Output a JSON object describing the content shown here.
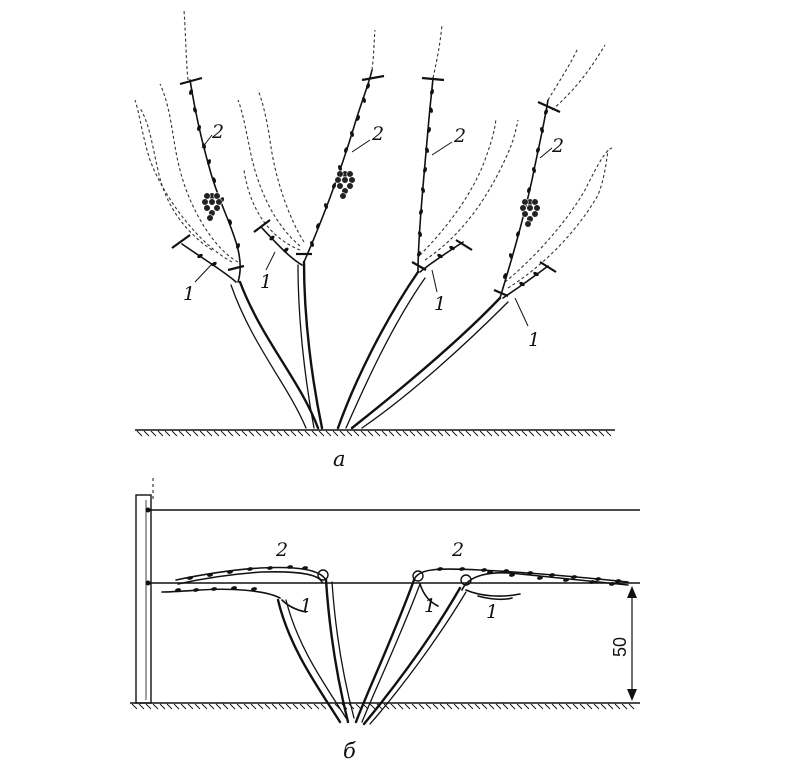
{
  "figure": {
    "panel_a": {
      "caption": "а",
      "labels": {
        "spur_1": "1",
        "spur_2": "1",
        "spur_3": "1",
        "spur_4": "1",
        "cane_1": "2",
        "cane_2": "2",
        "cane_3": "2",
        "cane_4": "2"
      }
    },
    "panel_b": {
      "caption": "б",
      "labels": {
        "cane_left": "2",
        "cane_right": "2",
        "spur_left": "1",
        "spur_mid": "1",
        "spur_right": "1"
      },
      "dimension": "50"
    }
  }
}
